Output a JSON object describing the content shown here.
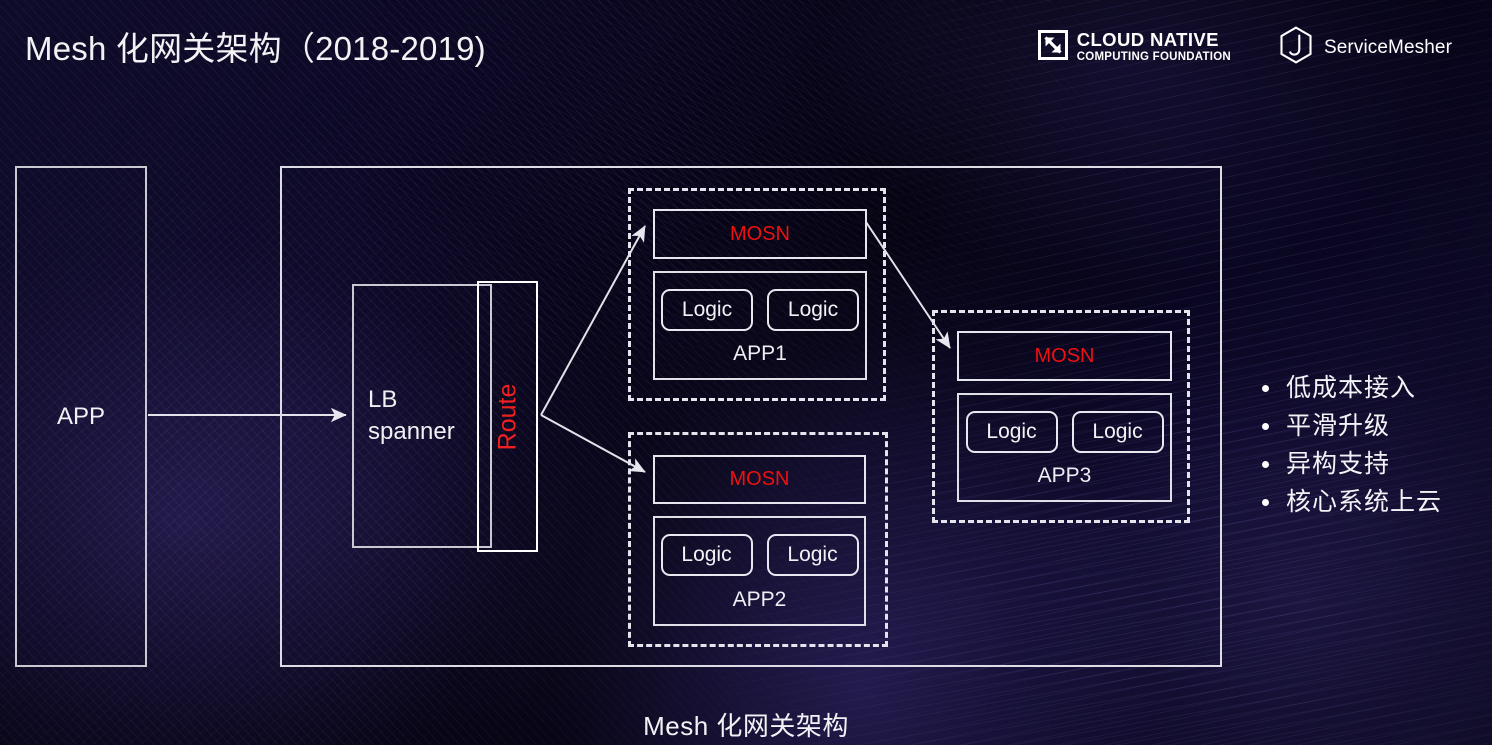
{
  "slide": {
    "title": "Mesh 化网关架构（2018-2019)",
    "caption": "Mesh 化网关架构"
  },
  "logos": {
    "cncf": {
      "icon": "cncf-helm-icon",
      "line1": "CLOUD NATIVE",
      "line2": "COMPUTING FOUNDATION"
    },
    "servicemesher": {
      "icon": "servicemesher-hexagon-icon",
      "label": "ServiceMesher"
    }
  },
  "diagram": {
    "client": {
      "label": "APP"
    },
    "gateway": {
      "lb_label": "LB\nspanner",
      "lb_line1": "LB",
      "lb_line2": "spanner",
      "route_label": "Route",
      "route_color": "#f02020"
    },
    "apps": [
      {
        "id": "app1",
        "sidecar": "MOSN",
        "name": "APP1",
        "logic": [
          "Logic",
          "Logic"
        ]
      },
      {
        "id": "app2",
        "sidecar": "MOSN",
        "name": "APP2",
        "logic": [
          "Logic",
          "Logic"
        ]
      },
      {
        "id": "app3",
        "sidecar": "MOSN",
        "name": "APP3",
        "logic": [
          "Logic",
          "Logic"
        ]
      }
    ]
  },
  "benefits": [
    {
      "text": "低成本接入"
    },
    {
      "text": "平滑升级"
    },
    {
      "text": "异构支持"
    },
    {
      "text": "核心系统上云"
    }
  ],
  "colors": {
    "accent_red": "#ef1010",
    "stroke_white": "#e4e4ec",
    "text_white": "#f2f2f5",
    "background_navy": "#0a0618"
  }
}
